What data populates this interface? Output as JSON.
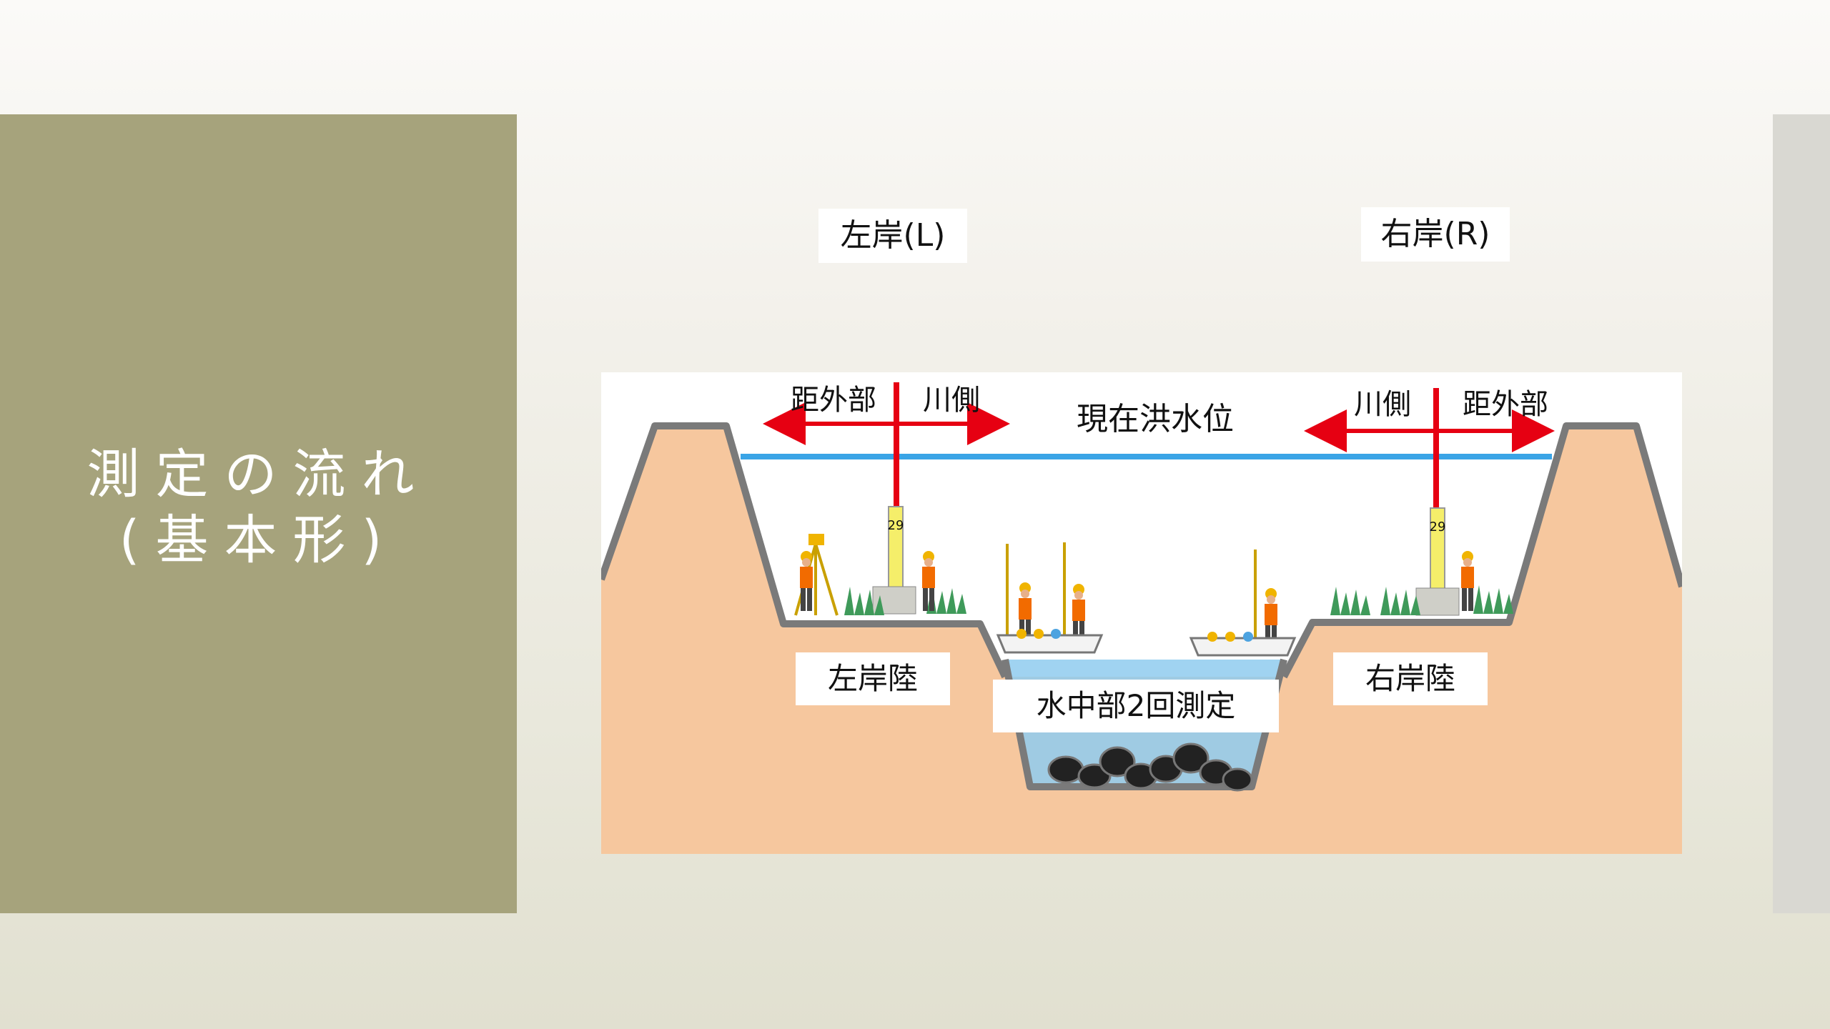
{
  "slide": {
    "title_line1": "測定の流れ",
    "title_line2": "(基本形)"
  },
  "bank_labels": {
    "left": "左岸(L)",
    "right": "右岸(R)"
  },
  "diagram": {
    "flood_level": "現在洪水位",
    "left_outer": "距外部",
    "left_inner": "川側",
    "right_inner": "川側",
    "right_outer": "距外部",
    "left_land": "左岸陸",
    "right_land": "右岸陸",
    "underwater": "水中部2回測定",
    "left_pole_mark": "29",
    "right_pole_mark": "29",
    "colors": {
      "ground": "#f6c79e",
      "slope": "#7a7a7a",
      "water": "#8fcbef",
      "flood_line": "#3aa4e6",
      "arrow": "#e60012"
    }
  }
}
